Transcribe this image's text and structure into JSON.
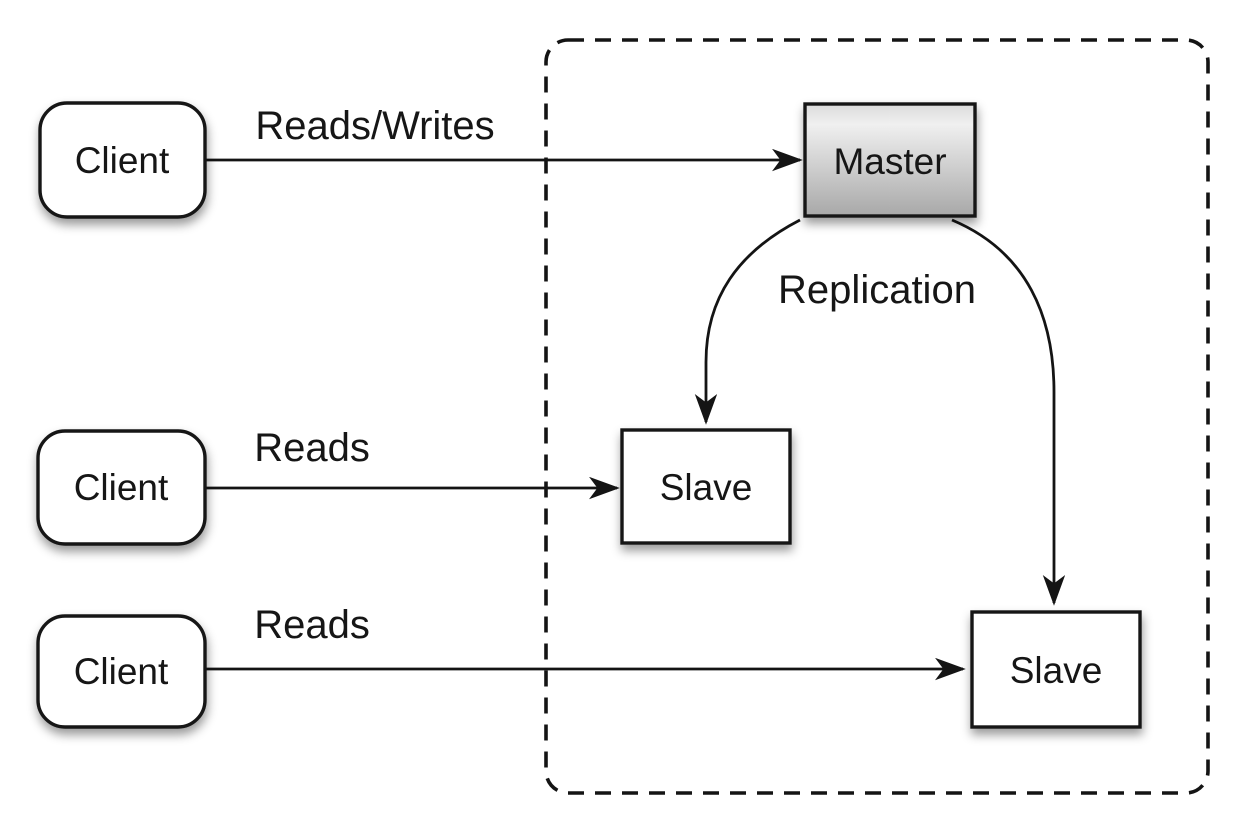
{
  "nodes": {
    "clients": [
      {
        "label": "Client"
      },
      {
        "label": "Client"
      },
      {
        "label": "Client"
      }
    ],
    "master": {
      "label": "Master"
    },
    "slaves": [
      {
        "label": "Slave"
      },
      {
        "label": "Slave"
      }
    ]
  },
  "edges": {
    "reads_writes": {
      "label": "Reads/Writes",
      "from": "Client",
      "to": "Master"
    },
    "reads_top": {
      "label": "Reads",
      "from": "Client",
      "to": "Slave"
    },
    "reads_bottom": {
      "label": "Reads",
      "from": "Client",
      "to": "Slave"
    },
    "replication": {
      "label": "Replication",
      "from": "Master",
      "to": "Slave"
    }
  },
  "colors": {
    "stroke": "#141414",
    "box_fill": "#ffffff",
    "master_gradient_top": "#dcdcdc",
    "master_gradient_mid": "#f0f0f0",
    "master_gradient_bottom": "#a8a8a8",
    "background": "#ffffff"
  }
}
